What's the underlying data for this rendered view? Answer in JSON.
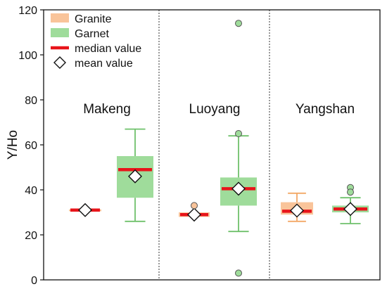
{
  "chart_data": {
    "type": "box",
    "ylabel": "Y/Ho",
    "ylim": [
      0,
      120
    ],
    "yticks": [
      0,
      20,
      40,
      60,
      80,
      100,
      120
    ],
    "groups": [
      "Makeng",
      "Luoyang",
      "Yangshan"
    ],
    "legend": {
      "placement": "top-left",
      "items": [
        "Granite",
        "Garnet",
        "median value",
        "mean value"
      ]
    },
    "colors": {
      "granite": "#f9c49a",
      "granite_edge": "#f3a866",
      "garnet": "#9fdc9b",
      "garnet_edge": "#6fc16b",
      "median": "#e8141a",
      "mean_fill": "#ffffff",
      "mean_edge": "#111111"
    },
    "boxes": [
      {
        "group": "Makeng",
        "series": "Granite",
        "whisker_low": 30.5,
        "q1": 30.5,
        "median": 31,
        "q3": 31.3,
        "whisker_high": 31.3,
        "mean": 31,
        "outliers": []
      },
      {
        "group": "Makeng",
        "series": "Garnet",
        "whisker_low": 26,
        "q1": 36.5,
        "median": 49,
        "q3": 55,
        "whisker_high": 67,
        "mean": 46,
        "outliers": []
      },
      {
        "group": "Luoyang",
        "series": "Granite",
        "whisker_low": 28,
        "q1": 28,
        "median": 29,
        "q3": 30,
        "whisker_high": 30,
        "mean": 29,
        "outliers": [
          33
        ]
      },
      {
        "group": "Luoyang",
        "series": "Garnet",
        "whisker_low": 21.5,
        "q1": 33,
        "median": 40.5,
        "q3": 45.5,
        "whisker_high": 64,
        "mean": 40.5,
        "outliers": [
          114,
          65,
          3
        ]
      },
      {
        "group": "Yangshan",
        "series": "Granite",
        "whisker_low": 26,
        "q1": 29,
        "median": 30.5,
        "q3": 34.5,
        "whisker_high": 38.5,
        "mean": 30.8,
        "outliers": []
      },
      {
        "group": "Yangshan",
        "series": "Garnet",
        "whisker_low": 25,
        "q1": 30,
        "median": 31.5,
        "q3": 33,
        "whisker_high": 36.5,
        "mean": 31.5,
        "outliers": [
          41,
          39
        ]
      }
    ]
  }
}
